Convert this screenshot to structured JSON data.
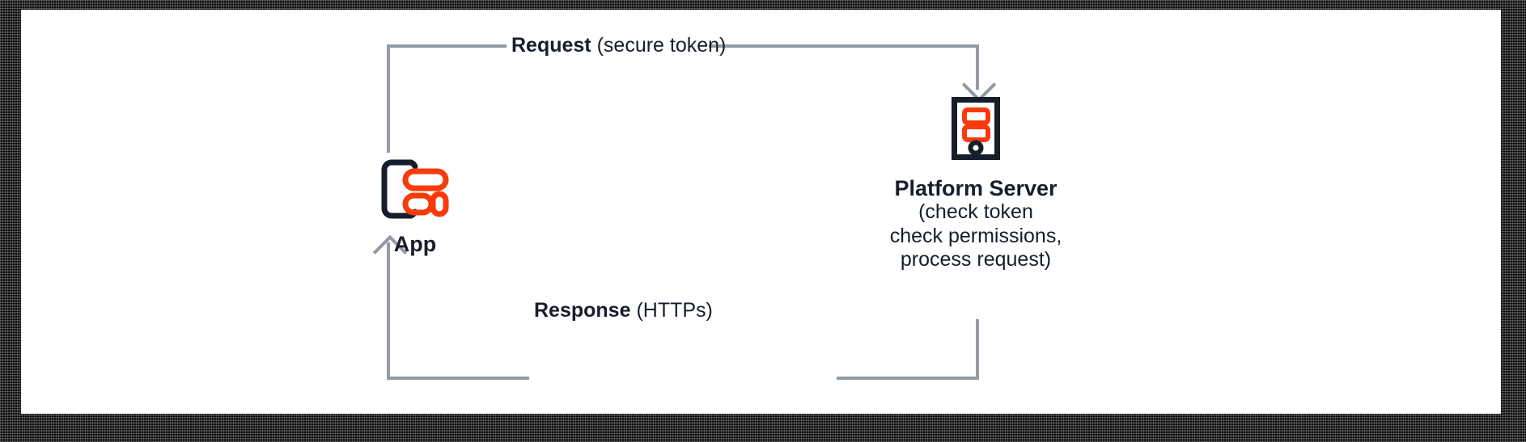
{
  "diagram": {
    "title_present": false,
    "colors": {
      "line": "#949aa3",
      "text": "#161e2b",
      "accent": "#f93a0b",
      "icon_dark": "#161e2b",
      "canvas": "#ffffff",
      "frame": "#000000"
    },
    "edges": [
      {
        "id": "request",
        "label_strong": "Request",
        "label_light": "(secure token)",
        "direction": "app-to-server"
      },
      {
        "id": "response",
        "label_strong": "Response",
        "label_light": "(HTTPs)",
        "direction": "server-to-app"
      }
    ],
    "nodes": [
      {
        "id": "app",
        "icon": "mobile-app-icon",
        "title": "App",
        "sub_lines": []
      },
      {
        "id": "platform-server",
        "icon": "server-tower-icon",
        "title": "Platform Server",
        "sub_lines": [
          "(check token",
          "check permissions,",
          "process request)"
        ]
      }
    ]
  }
}
